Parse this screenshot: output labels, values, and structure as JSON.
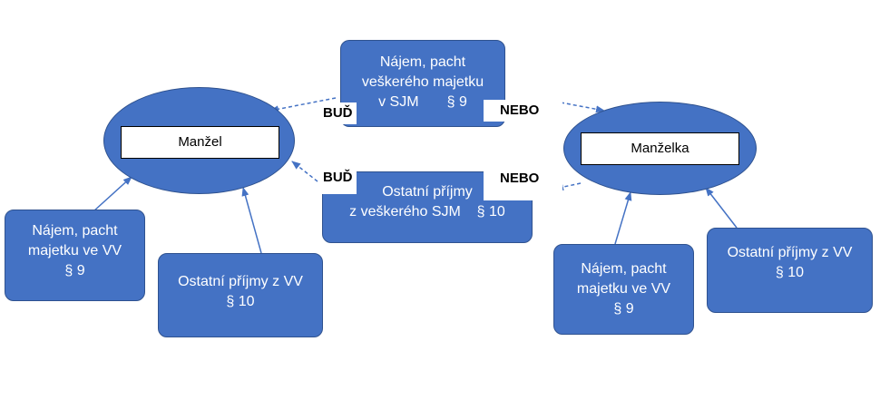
{
  "husband": {
    "label": "Manžel"
  },
  "wife": {
    "label": "Manželka"
  },
  "center_top": {
    "lines": [
      "Nájem, pacht",
      "veškerého majetku",
      "v SJM       § 9"
    ]
  },
  "center_bottom": {
    "lines": [
      "Ostatní příjmy",
      "z veškerého SJM    § 10"
    ]
  },
  "left_rent": {
    "lines": [
      "Nájem, pacht",
      "majetku ve VV",
      "§ 9"
    ]
  },
  "left_other": {
    "lines": [
      "Ostatní příjmy z VV",
      "§ 10"
    ]
  },
  "right_rent": {
    "lines": [
      "Nájem, pacht",
      "majetku ve VV",
      "§ 9"
    ]
  },
  "right_other": {
    "lines": [
      "Ostatní příjmy z VV",
      "§ 10"
    ]
  },
  "connectors": {
    "either_top": "BUĎ",
    "either_bottom": "BUĎ",
    "or_top": "NEBO",
    "or_bottom": "NEBO"
  },
  "colors": {
    "box_fill": "#4472c4",
    "box_border": "#2f528f",
    "arrow": "#4472c4"
  }
}
